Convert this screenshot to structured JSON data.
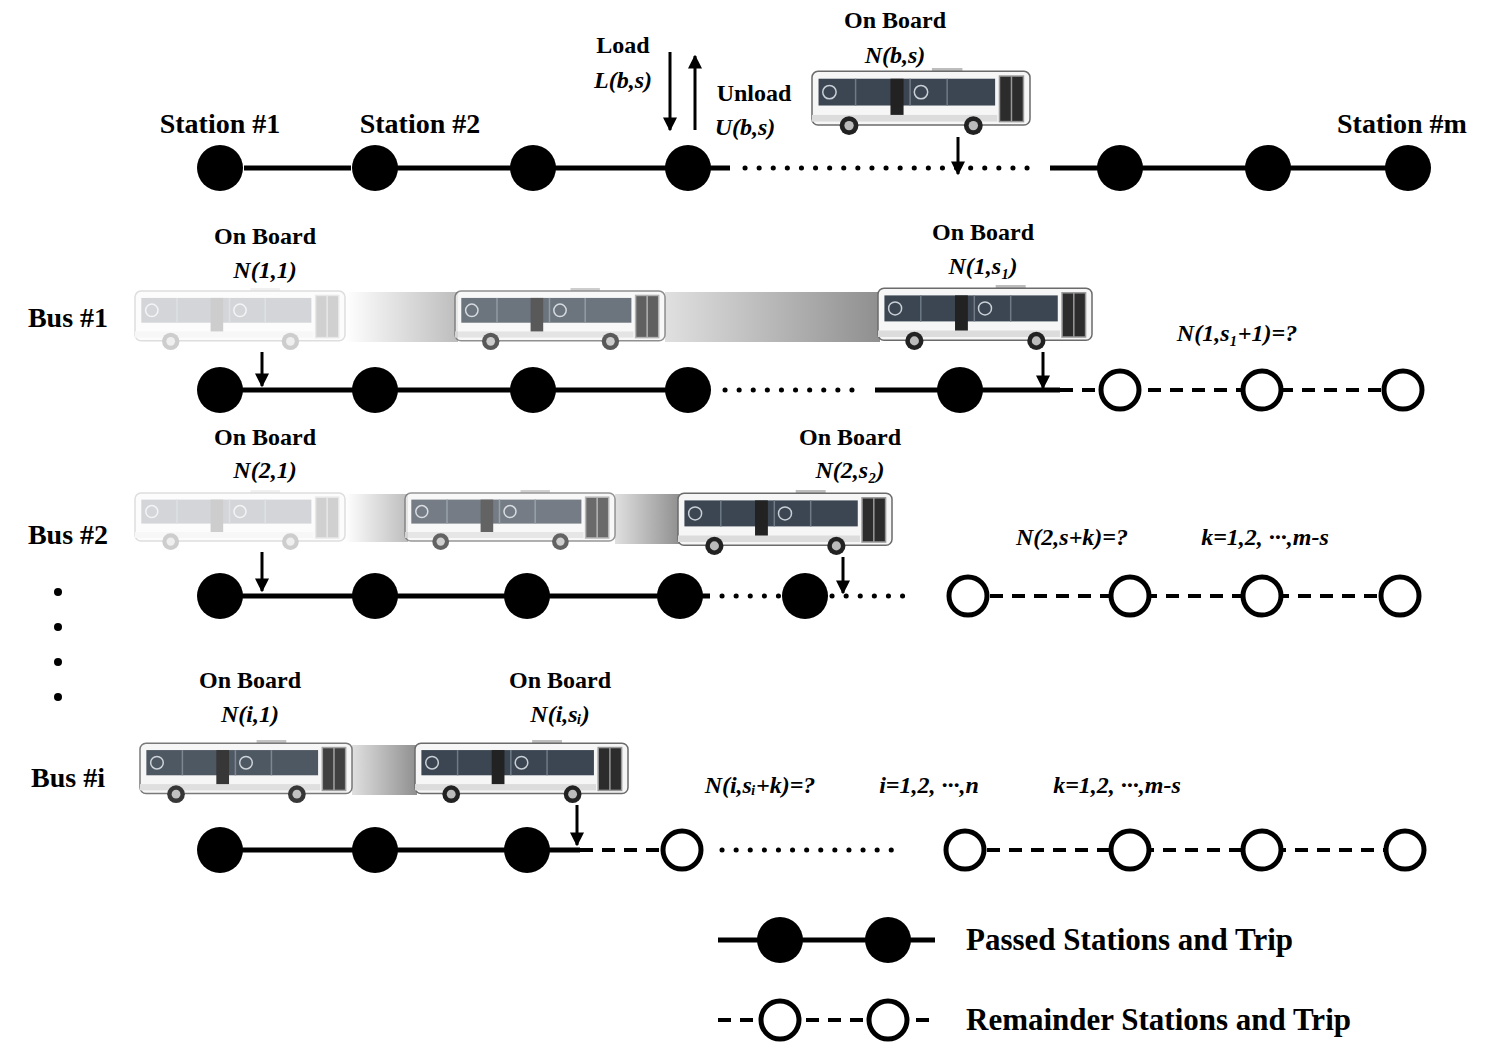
{
  "diagram": {
    "nodes": [
      {
        "text": [
          "Station #1"
        ]
      },
      {
        "text": [
          "Station #2"
        ]
      },
      {
        "text": [
          "Station #m"
        ]
      }
    ],
    "edges": [
      {
        "from": 0,
        "to": 1,
        "arrow": "none"
      }
    ],
    "labels": [
      "Load",
      "L(b,s)",
      "Unload",
      "U(b,s)",
      "On Board",
      "N(b,s)",
      "Bus #1",
      "On Board",
      "N(1,1)",
      "On Board",
      "N(1,s₁)",
      "N(1,s₁+1)=?",
      "Bus #2",
      "On Board",
      "N(2,1)",
      "On Board",
      "N(2,s₂)",
      "N(2,s+k)=?",
      "k=1,2, ···,m-s",
      "Bus #i",
      "On Board",
      "N(i,1)",
      "On Board",
      "N(i,sᵢ)",
      "N(i,sᵢ+k)=?",
      "i=1,2, ···,n",
      "k=1,2, ···,m-s"
    ],
    "legend": [
      {
        "text": "Passed Stations and Trip"
      },
      {
        "text": "Remainder Stations and Trip"
      }
    ]
  }
}
